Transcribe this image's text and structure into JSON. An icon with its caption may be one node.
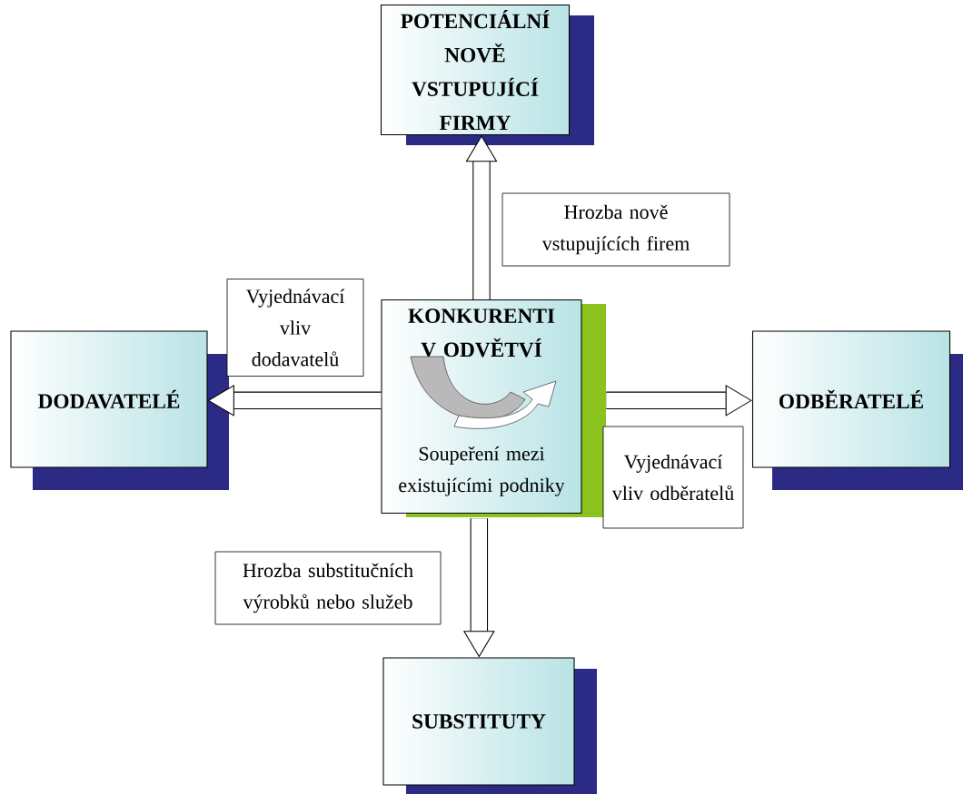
{
  "diagram": {
    "nodes": [
      {
        "text": [
          "POTENCIÁLNÍ NOVĚ VSTUPUJÍCÍ FIRMY"
        ]
      },
      {
        "text": [
          "DODAVATELÉ"
        ]
      },
      {
        "text": [
          "KONKURENTI V ODVĚTVÍ",
          "Soupeření mezi existujícími podniky"
        ]
      },
      {
        "text": [
          "ODBĚRATELÉ"
        ]
      },
      {
        "text": [
          "SUBSTITUTY"
        ]
      }
    ],
    "edges": [
      {
        "from": 2,
        "to": 0,
        "arrow": "to",
        "label": "Hrozba nově vstupujících firem"
      },
      {
        "from": 2,
        "to": 1,
        "arrow": "to",
        "label": "Vyjednávací vliv dodavatelů"
      },
      {
        "from": 2,
        "to": 3,
        "arrow": "to",
        "label": "Vyjednávací vliv odběratelů"
      },
      {
        "from": 2,
        "to": 4,
        "arrow": "to",
        "label": "Hrozba substitučních výrobků nebo služeb"
      }
    ]
  }
}
